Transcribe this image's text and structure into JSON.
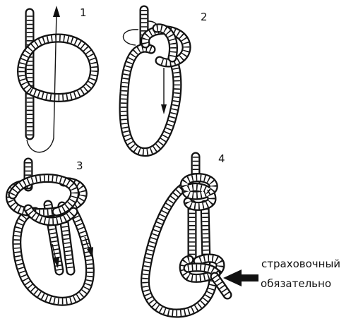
{
  "steps": [
    {
      "number": "1"
    },
    {
      "number": "2"
    },
    {
      "number": "3"
    },
    {
      "number": "4"
    }
  ],
  "annotation": {
    "line1": "страховочный",
    "line2": "обязательно"
  },
  "colors": {
    "ink": "#111111",
    "background": "#ffffff"
  }
}
